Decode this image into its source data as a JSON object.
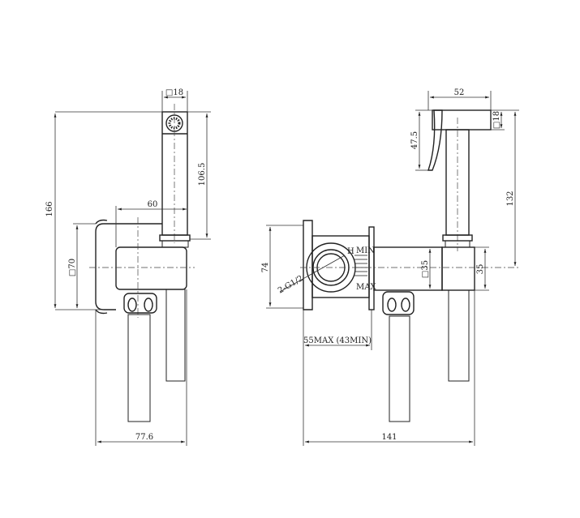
{
  "drawing": {
    "front_view": {
      "handle_square": "□18",
      "overall_height": "166",
      "handle_length": "106.5",
      "body_width": "60",
      "plate_square": "□70",
      "overall_width": "77.6"
    },
    "side_view": {
      "handle_head_width": "52",
      "handle_square": "□18",
      "lever_height": "47.5",
      "handle_height": "132",
      "box_height": "74",
      "inlets": "2-G1/2",
      "pipe_square": "□35",
      "block_height": "35",
      "wall_depth": "55MAX (43MIN)",
      "overall_depth": "141",
      "hot_mark": "H",
      "min_mark": "MIN",
      "max_mark": "MAX"
    }
  }
}
